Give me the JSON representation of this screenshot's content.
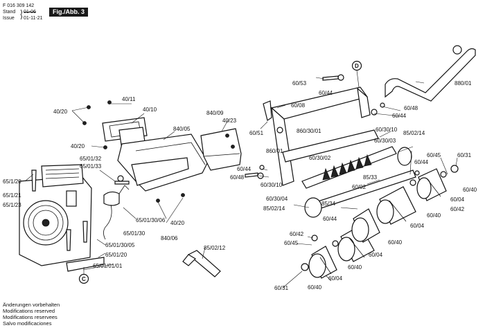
{
  "header": {
    "doc_number": "F 016 309 142",
    "stand_label": "Stand",
    "stand_value": "01-06",
    "issue_label": "Issue",
    "issue_value": "01-11-21",
    "figure_label": "Fig./Abb. 3"
  },
  "footer_notes": [
    "Änderungen vorbehalten",
    "Modifications reserved",
    "Modifications reservees",
    "Salvo modificaciones"
  ],
  "callouts": [
    {
      "id": "D",
      "text": "D"
    },
    {
      "id": "C",
      "text": "C"
    }
  ],
  "labels": [
    {
      "id": "l01",
      "text": "40/11"
    },
    {
      "id": "l02",
      "text": "40/10"
    },
    {
      "id": "l03",
      "text": "40/20"
    },
    {
      "id": "l04",
      "text": "840/05"
    },
    {
      "id": "l05",
      "text": "840/09"
    },
    {
      "id": "l06",
      "text": "40/23"
    },
    {
      "id": "l07",
      "text": "40/20"
    },
    {
      "id": "l08",
      "text": "65/01/32"
    },
    {
      "id": "l09",
      "text": "65/01/33"
    },
    {
      "id": "l10",
      "text": "65/1/20"
    },
    {
      "id": "l11",
      "text": "65/1/21"
    },
    {
      "id": "l12",
      "text": "65/1/23"
    },
    {
      "id": "l13",
      "text": "65/01/30/06"
    },
    {
      "id": "l14",
      "text": "40/20"
    },
    {
      "id": "l15",
      "text": "840/06"
    },
    {
      "id": "l16",
      "text": "65/01/30"
    },
    {
      "id": "l17",
      "text": "65/01/30/05"
    },
    {
      "id": "l18",
      "text": "65/01/20"
    },
    {
      "id": "l19",
      "text": "65/01/01/01"
    },
    {
      "id": "l20",
      "text": "85/02/12"
    },
    {
      "id": "l21",
      "text": "60/53"
    },
    {
      "id": "l22",
      "text": "60/44"
    },
    {
      "id": "l23",
      "text": "60/08"
    },
    {
      "id": "l24",
      "text": "60/51"
    },
    {
      "id": "l25",
      "text": "860/30/01"
    },
    {
      "id": "l26",
      "text": "860/01"
    },
    {
      "id": "l27",
      "text": "60/30/10"
    },
    {
      "id": "l28",
      "text": "60/48"
    },
    {
      "id": "l29",
      "text": "60/44"
    },
    {
      "id": "l30",
      "text": "880/01"
    },
    {
      "id": "l31",
      "text": "85/02/14"
    },
    {
      "id": "l32",
      "text": "60/30/03"
    },
    {
      "id": "l33",
      "text": "60/44"
    },
    {
      "id": "l34",
      "text": "60/30/02"
    },
    {
      "id": "l35",
      "text": "60/44"
    },
    {
      "id": "l36",
      "text": "60/48"
    },
    {
      "id": "l37",
      "text": "60/30/10"
    },
    {
      "id": "l38",
      "text": "60/45"
    },
    {
      "id": "l39",
      "text": "60/31"
    },
    {
      "id": "l40",
      "text": "60/40"
    },
    {
      "id": "l41",
      "text": "60/04"
    },
    {
      "id": "l42",
      "text": "60/42"
    },
    {
      "id": "l43",
      "text": "85/33"
    },
    {
      "id": "l44",
      "text": "60/02"
    },
    {
      "id": "l45",
      "text": "60/30/04"
    },
    {
      "id": "l46",
      "text": "85/34"
    },
    {
      "id": "l47",
      "text": "85/02/14"
    },
    {
      "id": "l48",
      "text": "60/44"
    },
    {
      "id": "l49",
      "text": "60/40"
    },
    {
      "id": "l50",
      "text": "60/04"
    },
    {
      "id": "l51",
      "text": "60/42"
    },
    {
      "id": "l52",
      "text": "60/45"
    },
    {
      "id": "l53",
      "text": "60/40"
    },
    {
      "id": "l54",
      "text": "60/04"
    },
    {
      "id": "l55",
      "text": "60/40"
    },
    {
      "id": "l56",
      "text": "60/04"
    },
    {
      "id": "l57",
      "text": "60/31"
    },
    {
      "id": "l58",
      "text": "60/40"
    }
  ]
}
